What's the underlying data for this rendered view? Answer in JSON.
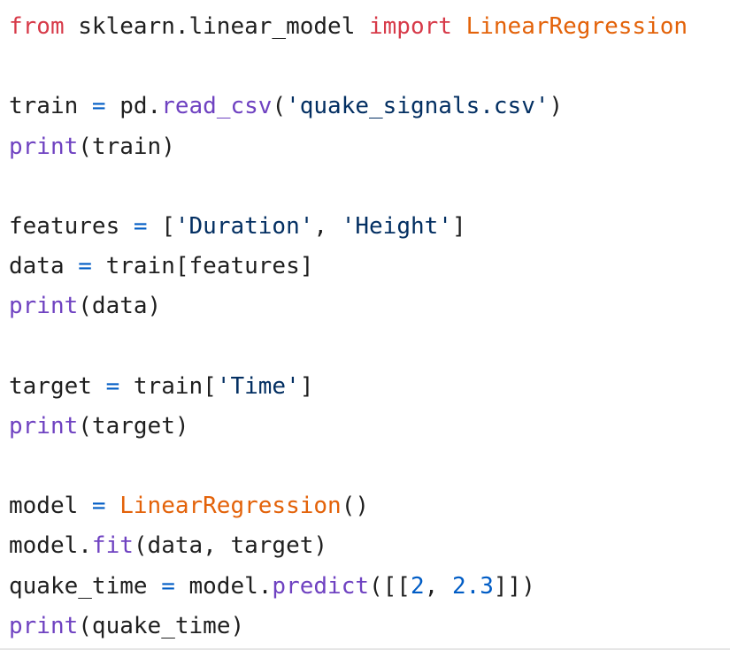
{
  "code_lines": [
    [
      {
        "t": "from",
        "c": "kw-import"
      },
      {
        "t": " sklearn.linear_model ",
        "c": "plain"
      },
      {
        "t": "import",
        "c": "kw-import"
      },
      {
        "t": " ",
        "c": "plain"
      },
      {
        "t": "LinearRegression",
        "c": "cls"
      }
    ],
    [],
    [
      {
        "t": "train ",
        "c": "plain"
      },
      {
        "t": "=",
        "c": "op"
      },
      {
        "t": " pd.",
        "c": "plain"
      },
      {
        "t": "read_csv",
        "c": "fn"
      },
      {
        "t": "(",
        "c": "plain"
      },
      {
        "t": "'quake_signals.csv'",
        "c": "str"
      },
      {
        "t": ")",
        "c": "plain"
      }
    ],
    [
      {
        "t": "print",
        "c": "fn"
      },
      {
        "t": "(train)",
        "c": "plain"
      }
    ],
    [],
    [
      {
        "t": "features ",
        "c": "plain"
      },
      {
        "t": "=",
        "c": "op"
      },
      {
        "t": " [",
        "c": "plain"
      },
      {
        "t": "'Duration'",
        "c": "str"
      },
      {
        "t": ", ",
        "c": "plain"
      },
      {
        "t": "'Height'",
        "c": "str"
      },
      {
        "t": "]",
        "c": "plain"
      }
    ],
    [
      {
        "t": "data ",
        "c": "plain"
      },
      {
        "t": "=",
        "c": "op"
      },
      {
        "t": " train[features]",
        "c": "plain"
      }
    ],
    [
      {
        "t": "print",
        "c": "fn"
      },
      {
        "t": "(data)",
        "c": "plain"
      }
    ],
    [],
    [
      {
        "t": "target ",
        "c": "plain"
      },
      {
        "t": "=",
        "c": "op"
      },
      {
        "t": " train[",
        "c": "plain"
      },
      {
        "t": "'Time'",
        "c": "str"
      },
      {
        "t": "]",
        "c": "plain"
      }
    ],
    [
      {
        "t": "print",
        "c": "fn"
      },
      {
        "t": "(target)",
        "c": "plain"
      }
    ],
    [],
    [
      {
        "t": "model ",
        "c": "plain"
      },
      {
        "t": "=",
        "c": "op"
      },
      {
        "t": " ",
        "c": "plain"
      },
      {
        "t": "LinearRegression",
        "c": "cls"
      },
      {
        "t": "()",
        "c": "plain"
      }
    ],
    [
      {
        "t": "model.",
        "c": "plain"
      },
      {
        "t": "fit",
        "c": "fn"
      },
      {
        "t": "(data, target)",
        "c": "plain"
      }
    ],
    [
      {
        "t": "quake_time ",
        "c": "plain"
      },
      {
        "t": "=",
        "c": "op"
      },
      {
        "t": " model.",
        "c": "plain"
      },
      {
        "t": "predict",
        "c": "fn"
      },
      {
        "t": "([[",
        "c": "plain"
      },
      {
        "t": "2",
        "c": "num"
      },
      {
        "t": ", ",
        "c": "plain"
      },
      {
        "t": "2.3",
        "c": "num"
      },
      {
        "t": "]])",
        "c": "plain"
      }
    ],
    [
      {
        "t": "print",
        "c": "fn"
      },
      {
        "t": "(quake_time)",
        "c": "plain"
      }
    ]
  ],
  "colors": {
    "keyword": "#d73a49",
    "class": "#e36209",
    "function": "#6f42c1",
    "string": "#032f62",
    "number": "#005cc5",
    "text": "#1f1f1f",
    "background": "#ffffff"
  }
}
